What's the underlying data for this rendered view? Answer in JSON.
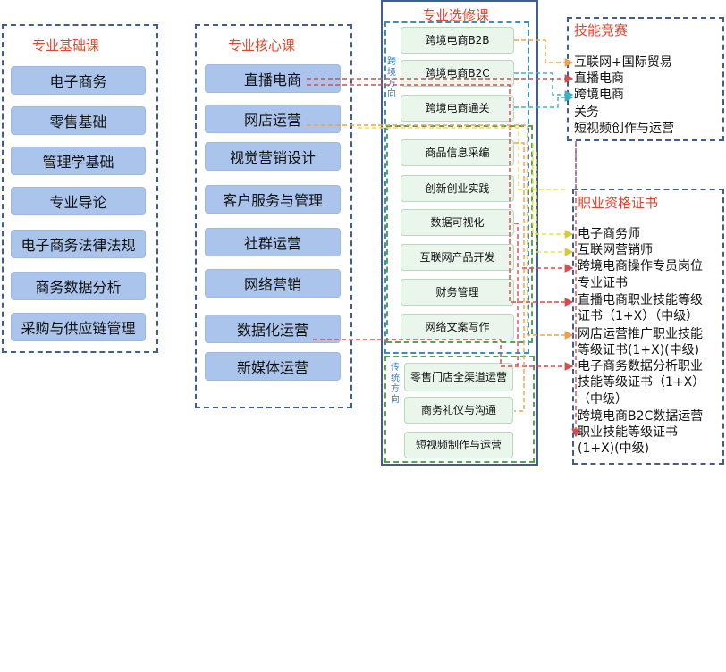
{
  "foundation": {
    "title": "专业基础课",
    "items": [
      "电子商务",
      "零售基础",
      "管理学基础",
      "专业导论",
      "电子商务法律法规",
      "商务数据分析",
      "采购与供应链管理"
    ]
  },
  "core": {
    "title": "专业核心课",
    "items": [
      "直播电商",
      "网店运营",
      "视觉营销设计",
      "客户服务与管理",
      "社群运营",
      "网络营销",
      "数据化运营",
      "新媒体运营"
    ]
  },
  "elective": {
    "title": "专业选修课",
    "crossborder_label": "跨境方向",
    "crossborder_items": [
      "跨境电商B2B",
      "跨境电商B2C",
      "跨境电商通关"
    ],
    "common_items": [
      "商品信息采编",
      "创新创业实践",
      "数据可视化",
      "互联网产品开发",
      "财务管理",
      "网络文案写作"
    ],
    "traditional_label": "传统方向",
    "traditional_items": [
      "零售门店全渠道运营",
      "商务礼仪与沟通",
      "短视频制作与运营"
    ]
  },
  "competition": {
    "title": "技能竞赛",
    "items": [
      "互联网+国际贸易",
      "直播电商",
      "跨境电商",
      "关务",
      "短视频创作与运营"
    ]
  },
  "certificates": {
    "title": "职业资格证书",
    "lines": [
      "电子商务师",
      "互联网营销师",
      "跨境电商操作专员岗位",
      "专业证书",
      "直播电商职业技能等级",
      "证书（1+X）（中级）",
      "网店运营推广职业技能",
      "等级证书(1+X)(中级)",
      "电子商务数据分析职业",
      "技能等级证书（1+X）",
      "（中级）",
      "跨境电商B2C数据运营",
      "职业技能等级证书",
      "(1+X)(中级)"
    ]
  },
  "colors": {
    "title_red": "#e2452f",
    "course_blue": "#aac4ec",
    "frame_blue": "#3f5f94",
    "frame_green": "#57a457",
    "course_green": "#eaf6ec",
    "arrow_orange": "#f0a04a",
    "arrow_red": "#d94a4a",
    "arrow_teal": "#3bb0c9",
    "arrow_yellow": "#ece040"
  }
}
